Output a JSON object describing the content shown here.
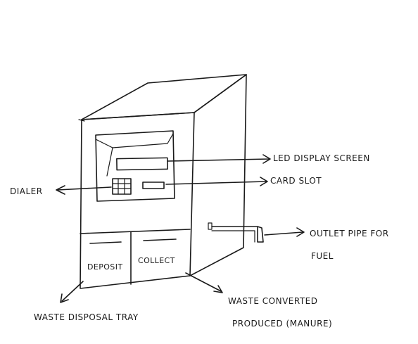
{
  "labels": {
    "led_display": "LED DISPLAY SCREEN",
    "card_slot": "CARD SLOT",
    "dialer": "DIALER",
    "outlet_pipe_line1": "OUTLET PIPE FOR",
    "outlet_pipe_line2": "FUEL",
    "deposit": "DEPOSIT",
    "collect": "COLLECT",
    "waste_tray": "WASTE DISPOSAL TRAY",
    "waste_converted_line1": "WASTE CONVERTED",
    "waste_converted_line2": "PRODUCED (MANURE)"
  }
}
